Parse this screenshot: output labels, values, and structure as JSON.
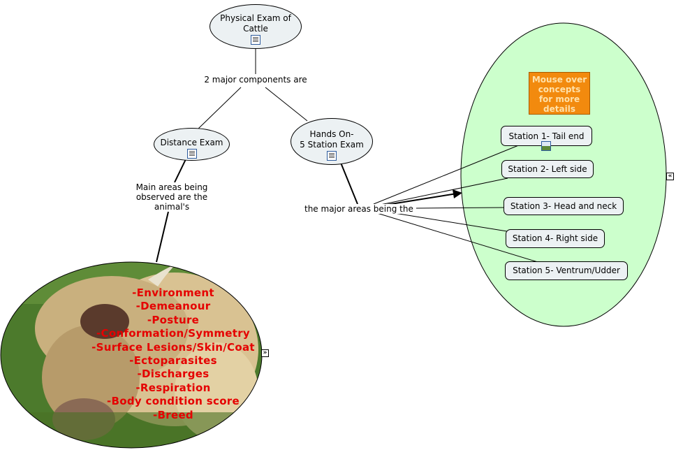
{
  "title_node": {
    "label_line1": "Physical Exam of",
    "label_line2": "Cattle"
  },
  "link_components": "2 major components are",
  "distance_node": {
    "label": "Distance Exam"
  },
  "handson_node": {
    "label_line1": "Hands On-",
    "label_line2": "5 Station Exam"
  },
  "link_observed": {
    "line1": "Main areas being",
    "line2": "observed are the",
    "line3": "animal's"
  },
  "link_major_areas": "the major areas being the",
  "info_box": {
    "line1": "Mouse over",
    "line2": "concepts",
    "line3": "for more",
    "line4": "details"
  },
  "stations": [
    {
      "label": "Station 1- Tail end"
    },
    {
      "label": "Station 2- Left side"
    },
    {
      "label": "Station 3- Head and neck"
    },
    {
      "label": "Station 4- Right side"
    },
    {
      "label": "Station 5- Ventrum/Udder"
    }
  ],
  "observed_areas": [
    "-Environment",
    "-Demeanour",
    "-Posture",
    "-Conformation/Symmetry",
    "-Surface Lesions/Skin/Coat",
    "-Ectoparasites",
    "-Discharges",
    "-Respiration",
    "-Body condition score",
    "-Breed"
  ],
  "controls": {
    "collapse_glyph": "«",
    "expand_glyph": "»"
  },
  "colors": {
    "node_fill": "#ecf1f3",
    "group_fill": "#ccffcc",
    "info_fill": "#f28a0e",
    "list_text": "#e50000"
  }
}
